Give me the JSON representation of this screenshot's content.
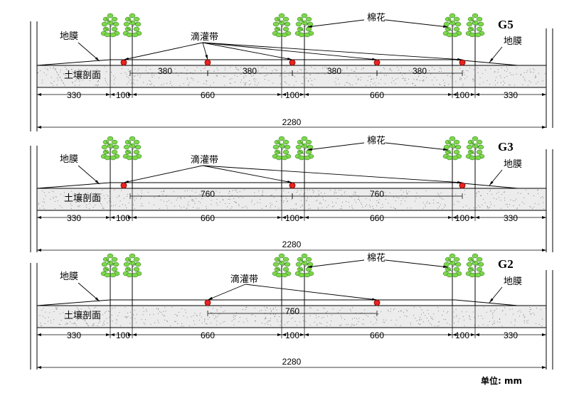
{
  "panels": [
    {
      "id": "G5",
      "labels": {
        "film_left": "地膜",
        "film_right": "地膜",
        "drip": "滴灌带",
        "cotton": "棉花",
        "soil": "土壤剖面"
      },
      "drip_spacings": [
        "380",
        "380",
        "380",
        "380"
      ],
      "bottom_dims": [
        "330",
        "100",
        "660",
        "100",
        "660",
        "100",
        "330"
      ],
      "total": "2280"
    },
    {
      "id": "G3",
      "labels": {
        "film_left": "地膜",
        "film_right": "地膜",
        "drip": "滴灌带",
        "cotton": "棉花",
        "soil": "土壤剖面"
      },
      "drip_spacings": [
        "760",
        "760"
      ],
      "bottom_dims": [
        "330",
        "100",
        "660",
        "100",
        "660",
        "100",
        "330"
      ],
      "total": "2280"
    },
    {
      "id": "G2",
      "labels": {
        "film_left": "地膜",
        "film_right": "地膜",
        "drip": "滴灌带",
        "cotton": "棉花",
        "soil": "土壤剖面"
      },
      "drip_spacings": [
        "760"
      ],
      "bottom_dims": [
        "330",
        "100",
        "660",
        "100",
        "660",
        "100",
        "330"
      ],
      "total": "2280"
    }
  ],
  "unit_label": "单位: mm",
  "colors": {
    "drip": "#e8231f",
    "tree": "#7dd84a",
    "soil_fill": "#ececec",
    "line": "#000000"
  }
}
